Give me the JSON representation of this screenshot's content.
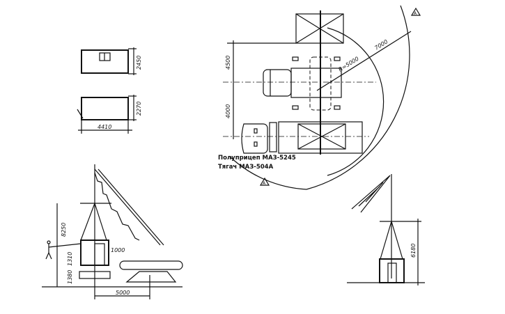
{
  "cabin_views": {
    "height_top": "2450",
    "height_bottom": "2270",
    "length": "4410"
  },
  "plan_view": {
    "dim_upper": "4500",
    "dim_lower": "4000",
    "radius_label": "R=5000",
    "reach_label": "7000",
    "trailer_label": "Полуприцеп МАЗ-5245",
    "tractor_label": "Тягач МАЗ-504А",
    "marker_label": "А"
  },
  "side_view": {
    "lift_height": "8250",
    "base_height": "1380",
    "mid_height": "1310",
    "clearance": "1000",
    "offset": "5000"
  },
  "end_view": {
    "lift_height": "6180"
  }
}
